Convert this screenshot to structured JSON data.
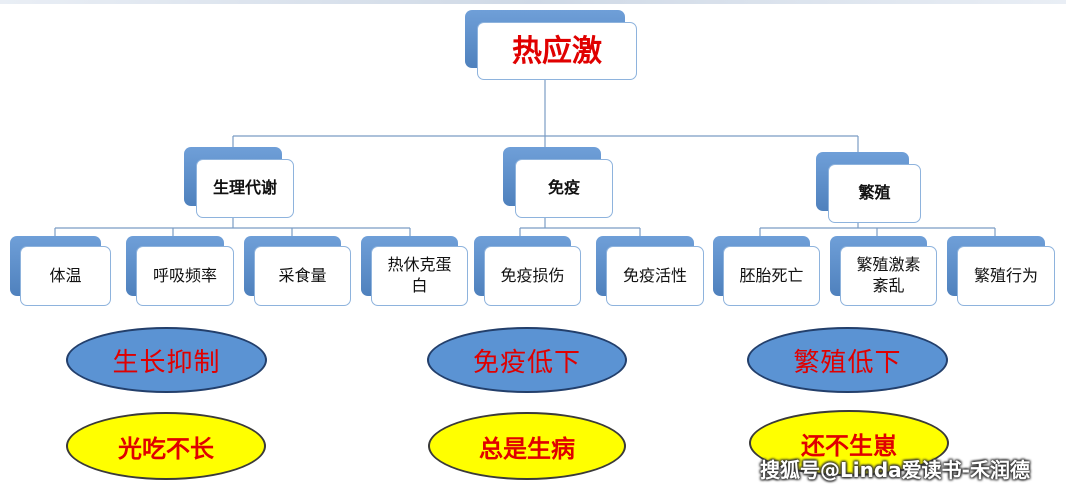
{
  "diagram": {
    "root": "热应激",
    "categories": [
      {
        "label": "生理代谢",
        "items": [
          "体温",
          "呼吸频率",
          "采食量",
          "热休克蛋白"
        ],
        "effect": "生长抑制",
        "slogan": "光吃不长"
      },
      {
        "label": "免疫",
        "items": [
          "免疫损伤",
          "免疫活性"
        ],
        "effect": "免疫低下",
        "slogan": "总是生病"
      },
      {
        "label": "繁殖",
        "items": [
          "胚胎死亡",
          "繁殖激素紊乱",
          "繁殖行为"
        ],
        "effect": "繁殖低下",
        "slogan": "还不生崽"
      }
    ]
  },
  "watermark": "搜狐号@Linda爱读书-禾润德",
  "colors": {
    "node_shadow": "#4f81bd",
    "node_border": "#8eb3dd",
    "effect_fill": "#5b93d3",
    "slogan_fill": "#ffff00",
    "accent_text": "#e00000"
  }
}
